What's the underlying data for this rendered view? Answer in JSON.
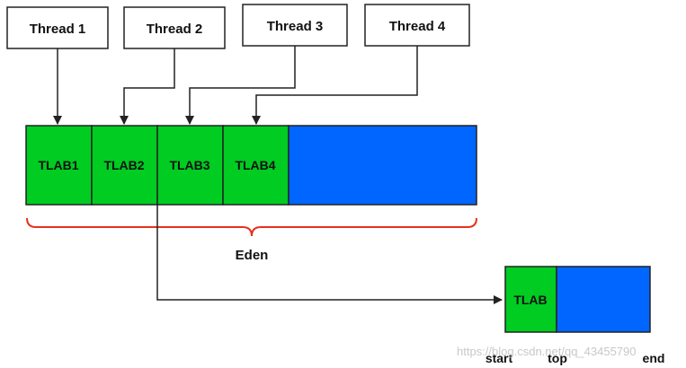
{
  "threads": [
    "Thread 1",
    "Thread 2",
    "Thread 3",
    "Thread 4"
  ],
  "tlabs": [
    "TLAB1",
    "TLAB2",
    "TLAB3",
    "TLAB4"
  ],
  "eden_label": "Eden",
  "detail": {
    "tlab_label": "TLAB",
    "pointer_labels": {
      "start": "start",
      "top": "top",
      "end": "end"
    }
  },
  "watermark": "https://blog.csdn.net/qq_43455790",
  "colors": {
    "tlab_fill": "#00cc22",
    "free_fill": "#0066ff",
    "brace": "#e8301c",
    "stroke": "#222222"
  }
}
